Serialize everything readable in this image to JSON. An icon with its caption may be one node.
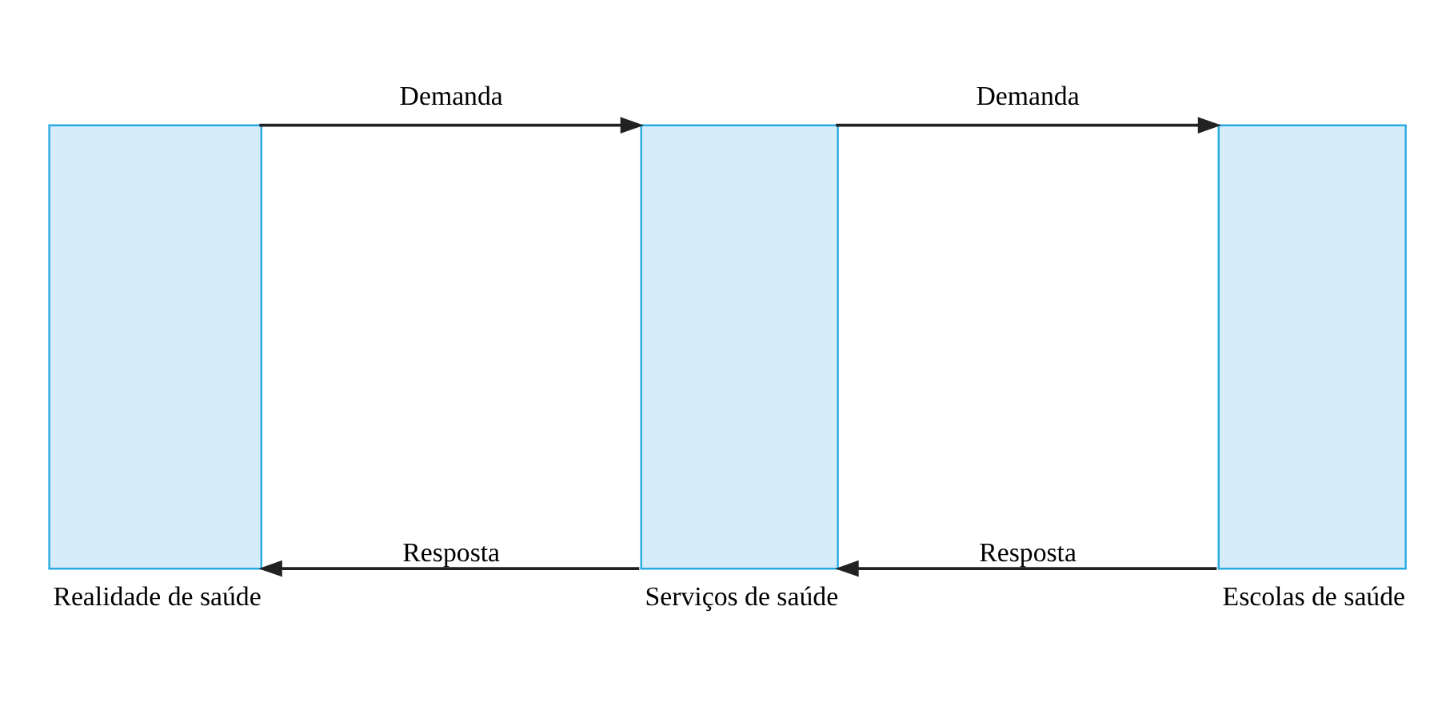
{
  "diagram": {
    "nodes": [
      {
        "text": [
          "Realidade de saúde"
        ]
      },
      {
        "text": [
          "Serviços de saúde"
        ]
      },
      {
        "text": [
          "Escolas de saúde"
        ]
      }
    ],
    "edges": [
      {
        "from": 0,
        "to": 1,
        "arrow": "to",
        "label": "Demanda"
      },
      {
        "from": 1,
        "to": 2,
        "arrow": "to",
        "label": "Demanda"
      },
      {
        "from": 2,
        "to": 1,
        "arrow": "to",
        "label": "Resposta"
      },
      {
        "from": 1,
        "to": 0,
        "arrow": "to",
        "label": "Resposta"
      }
    ]
  }
}
